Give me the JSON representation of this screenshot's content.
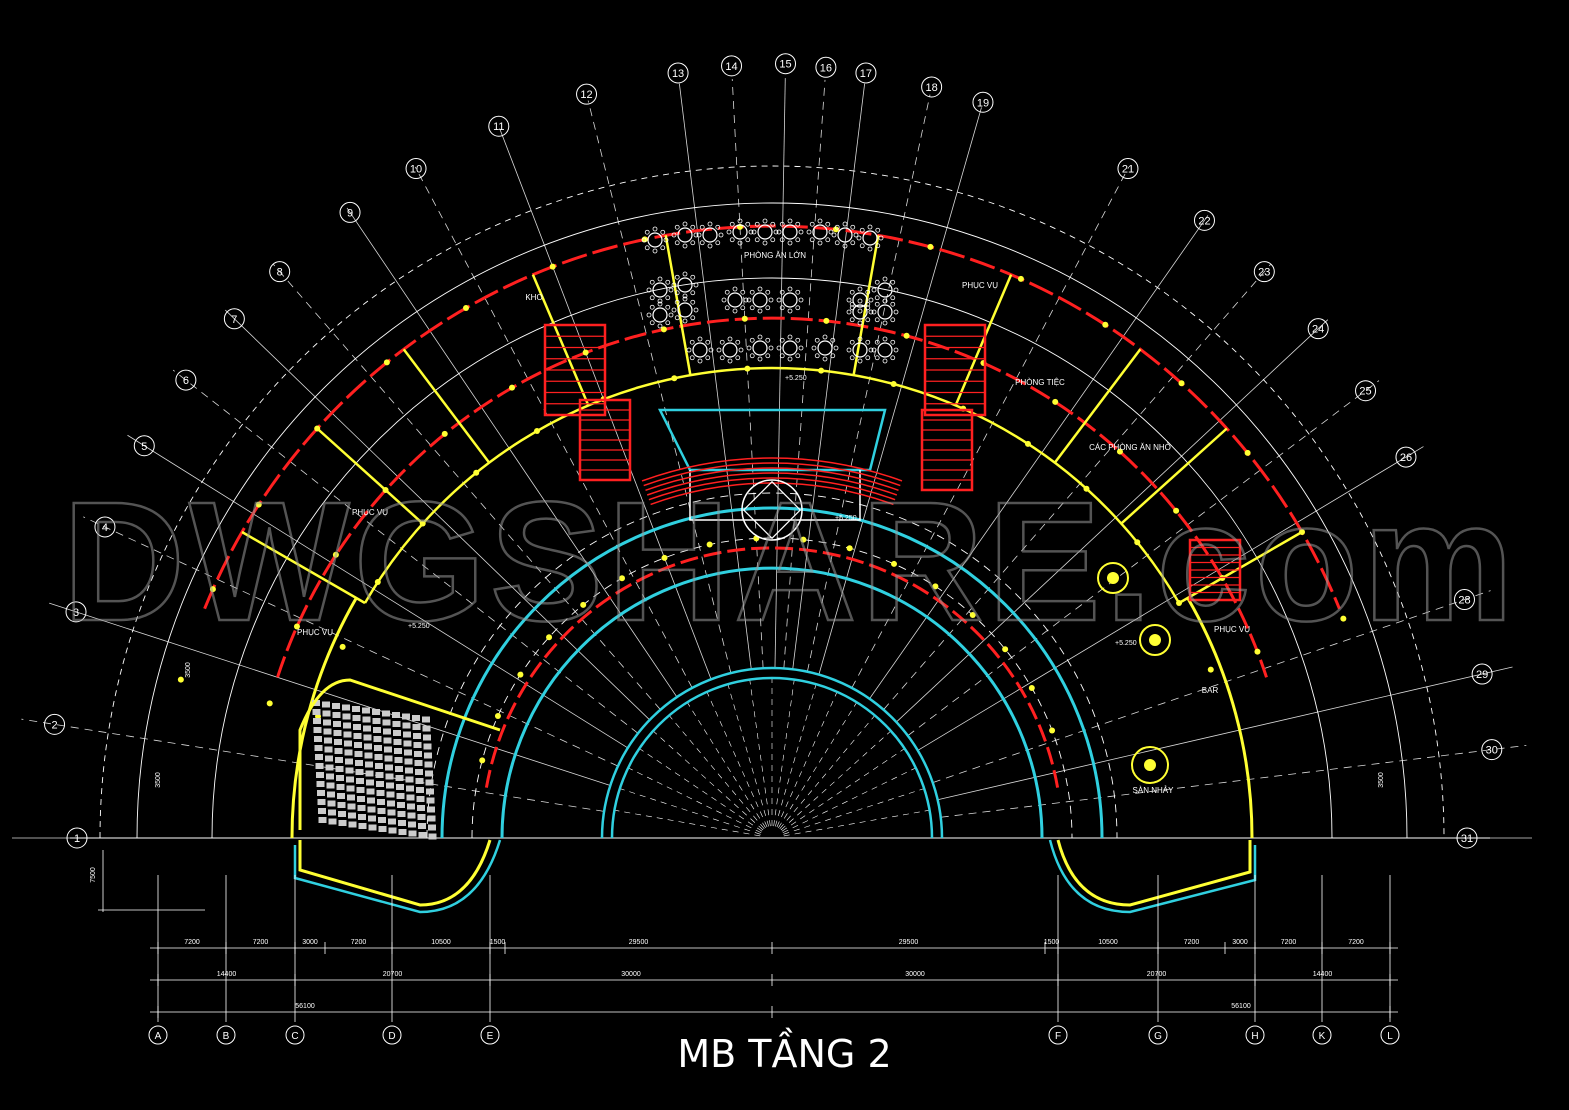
{
  "title": "MB TẦNG 2",
  "watermark": "DWGSHARE.com",
  "colors": {
    "background": "#000000",
    "grid": "#ffffff",
    "wall_yellow": "#ffff33",
    "wall_red": "#ff2020",
    "outline_cyan": "#30d0e0",
    "text": "#ffffff"
  },
  "radial_axes": [
    {
      "label": "1",
      "deg": 180
    },
    {
      "label": "2",
      "deg": 171
    },
    {
      "label": "3",
      "deg": 162
    },
    {
      "label": "4",
      "deg": 155
    },
    {
      "label": "5",
      "deg": 148
    },
    {
      "label": "6",
      "deg": 142
    },
    {
      "label": "7",
      "deg": 136
    },
    {
      "label": "8",
      "deg": 131
    },
    {
      "label": "9",
      "deg": 124
    },
    {
      "label": "10",
      "deg": 118
    },
    {
      "label": "11",
      "deg": 111
    },
    {
      "label": "12",
      "deg": 104
    },
    {
      "label": "13",
      "deg": 97
    },
    {
      "label": "14",
      "deg": 93
    },
    {
      "label": "15",
      "deg": 89
    },
    {
      "label": "16",
      "deg": 86
    },
    {
      "label": "17",
      "deg": 83
    },
    {
      "label": "18",
      "deg": 78
    },
    {
      "label": "19",
      "deg": 74
    },
    {
      "label": "21",
      "deg": 62
    },
    {
      "label": "22",
      "deg": 55
    },
    {
      "label": "23",
      "deg": 49
    },
    {
      "label": "24",
      "deg": 43
    },
    {
      "label": "25",
      "deg": 37
    },
    {
      "label": "26",
      "deg": 31
    },
    {
      "label": "28",
      "deg": 19
    },
    {
      "label": "29",
      "deg": 13
    },
    {
      "label": "30",
      "deg": 7
    },
    {
      "label": "31",
      "deg": 0
    }
  ],
  "grid_columns": [
    "A",
    "B",
    "C",
    "D",
    "E",
    "F",
    "G",
    "H",
    "K",
    "L"
  ],
  "dim_row1": [
    "7200",
    "7200",
    "3000",
    "7200",
    "10500",
    "1500",
    "29500",
    "29500",
    "1500",
    "10500",
    "7200",
    "3000",
    "7200",
    "7200"
  ],
  "dim_row2": [
    "14400",
    "20700",
    "30000",
    "30000",
    "20700",
    "14400"
  ],
  "dim_row3": [
    "56100",
    "56100"
  ],
  "rooms": [
    {
      "label": "PHÒNG ĂN LỚN"
    },
    {
      "label": "KHO"
    },
    {
      "label": "PHỤC VỤ"
    },
    {
      "label": "PHÒNG TIỆC"
    },
    {
      "label": "CÁC PHÒNG ĂN NHỎ"
    },
    {
      "label": "PHỤC VỤ"
    },
    {
      "label": "PHỤC VỤ"
    },
    {
      "label": "PHỤC VỤ"
    },
    {
      "label": "BAR"
    },
    {
      "label": "SÀN NHẢY"
    }
  ],
  "levels": [
    "+5.250",
    "+5.250",
    "+5.250",
    "+5.250"
  ],
  "side_dims": [
    "3500",
    "3500",
    "7500",
    "3500"
  ]
}
